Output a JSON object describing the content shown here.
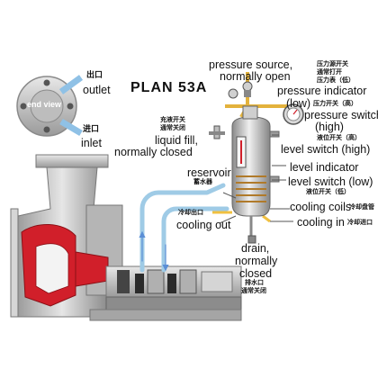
{
  "title": "PLAN 53A",
  "end_view": {
    "label": "end view",
    "outlet_cn": "出口",
    "outlet_en": "outlet",
    "inlet_cn": "进口",
    "inlet_en": "inlet"
  },
  "labels": {
    "pressure_source_en1": "pressure source,",
    "pressure_source_en2": "normally open",
    "pressure_source_cn1": "压力源开关",
    "pressure_source_cn2": "通常打开",
    "pressure_indicator_cn": "压力表（低）",
    "pressure_indicator_en1": "pressure indicator",
    "pressure_indicator_en2": "(low)",
    "pressure_switch_cn": "压力开关（高）",
    "pressure_switch_en1": "pressure switch",
    "pressure_switch_en2": "(high)",
    "liquid_fill_cn1": "充液开关",
    "liquid_fill_cn2": "通常关闭",
    "liquid_fill_en1": "liquid fill,",
    "liquid_fill_en2": "normally closed",
    "level_switch_high_cn": "液位开关（高）",
    "level_switch_high_en": "level switch (high)",
    "reservoir_en": "reservoir",
    "reservoir_cn": "蓄水器",
    "level_indicator_en": "level indicator",
    "level_switch_low_en": "level switch (low)",
    "level_switch_low_cn": "液位开关（低）",
    "cooling_coils_en": "cooling coils",
    "cooling_coils_cn": "冷却盘管",
    "cooling_out_cn": "冷却出口",
    "cooling_out_en": "cooling out",
    "cooling_in_en": "cooling in",
    "cooling_in_cn": "冷却进口",
    "drain_en1": "drain,",
    "drain_en2": "normally",
    "drain_en3": "closed",
    "drain_cn1": "排水口",
    "drain_cn2": "通常关闭"
  },
  "colors": {
    "steel": "#c9c9c9",
    "steel_dark": "#7f7f7f",
    "impeller_red": "#d11f2a",
    "process_blue": "#9fcbe6",
    "pressure_gold": "#e3b23c",
    "cooling_gold": "#f0c040"
  },
  "icons": [
    "pressure-gauge-icon",
    "valve-icon",
    "arrow-icon"
  ]
}
